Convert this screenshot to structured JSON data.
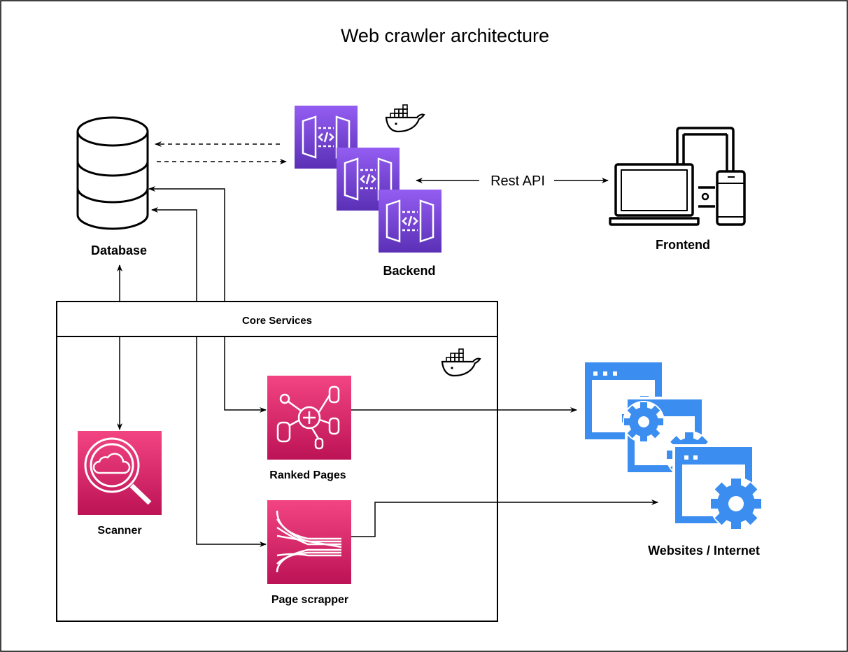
{
  "title": "Web crawler architecture",
  "nodes": {
    "database": "Database",
    "backend": "Backend",
    "frontend": "Frontend",
    "core_services": "Core Services",
    "scanner": "Scanner",
    "ranked_pages": "Ranked Pages",
    "page_scrapper": "Page scrapper",
    "websites": "Websites / Internet"
  },
  "edges": {
    "rest_api": "Rest API"
  },
  "colors": {
    "backend_purple_top": "#945DF2",
    "backend_purple_bottom": "#5A30B5",
    "service_pink_top": "#F34482",
    "service_pink_bottom": "#BC1356",
    "website_blue": "#3B8DF0"
  },
  "icons": [
    "database-icon",
    "api-gateway-icon",
    "docker-icon",
    "devices-icon",
    "detective-icon",
    "cluster-icon",
    "kinesis-icon",
    "web-browser-gear-icon"
  ]
}
